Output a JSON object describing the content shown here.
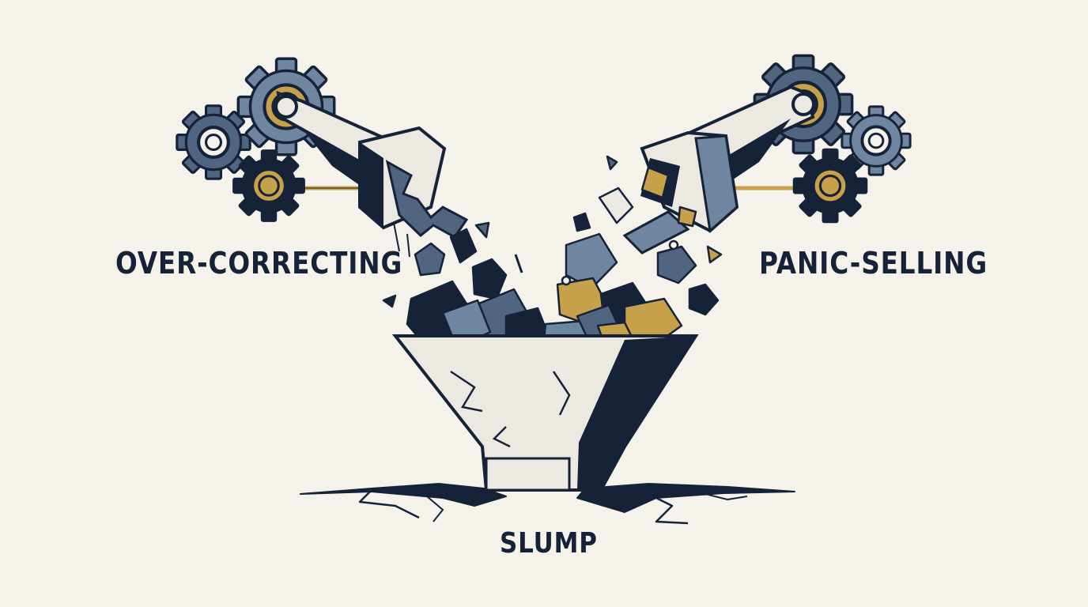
{
  "labels": {
    "left": "OVER-CORRECTING",
    "right": "PANIC-SELLING",
    "bottom": "SLUMP"
  },
  "colors": {
    "background": "#f5f2ec",
    "navy": "#152238",
    "slate": "#4f6580",
    "steel": "#6e86a0",
    "gold": "#c7a04a",
    "paper": "#ece9e2"
  },
  "icons": [
    "gear-icon",
    "robotic-arm-icon",
    "funnel-icon",
    "ground-crack-icon"
  ]
}
